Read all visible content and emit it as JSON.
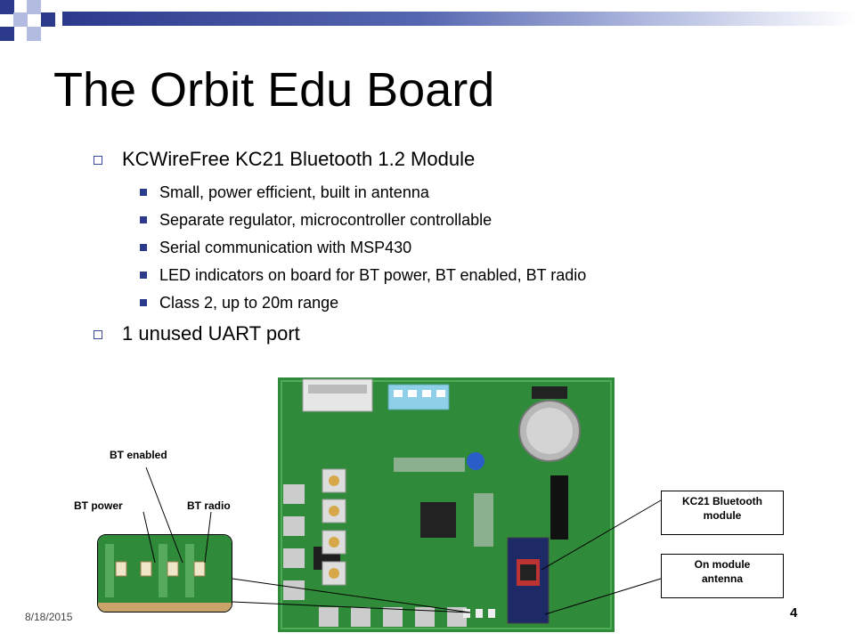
{
  "slide": {
    "title": "The Orbit Edu Board",
    "bullets": [
      {
        "text": "KCWireFree KC21 Bluetooth 1.2 Module",
        "subs": [
          "Small, power efficient, built in antenna",
          "Separate regulator, microcontroller controllable",
          "Serial communication with MSP430",
          "LED indicators on board for BT power, BT enabled, BT radio",
          "Class 2, up to 20m range"
        ]
      },
      {
        "text": "1 unused UART port"
      }
    ],
    "callouts": {
      "bt_enabled": "BT enabled",
      "bt_power": "BT power",
      "bt_radio": "BT radio",
      "kc21_line1": "KC21 Bluetooth",
      "kc21_line2": "module",
      "antenna_line1": "On module",
      "antenna_line2": "antenna"
    },
    "date": "8/18/2015",
    "page_number": "4",
    "colors": {
      "accent": "#2c3a8c",
      "board_green": "#2f8a3a"
    }
  }
}
